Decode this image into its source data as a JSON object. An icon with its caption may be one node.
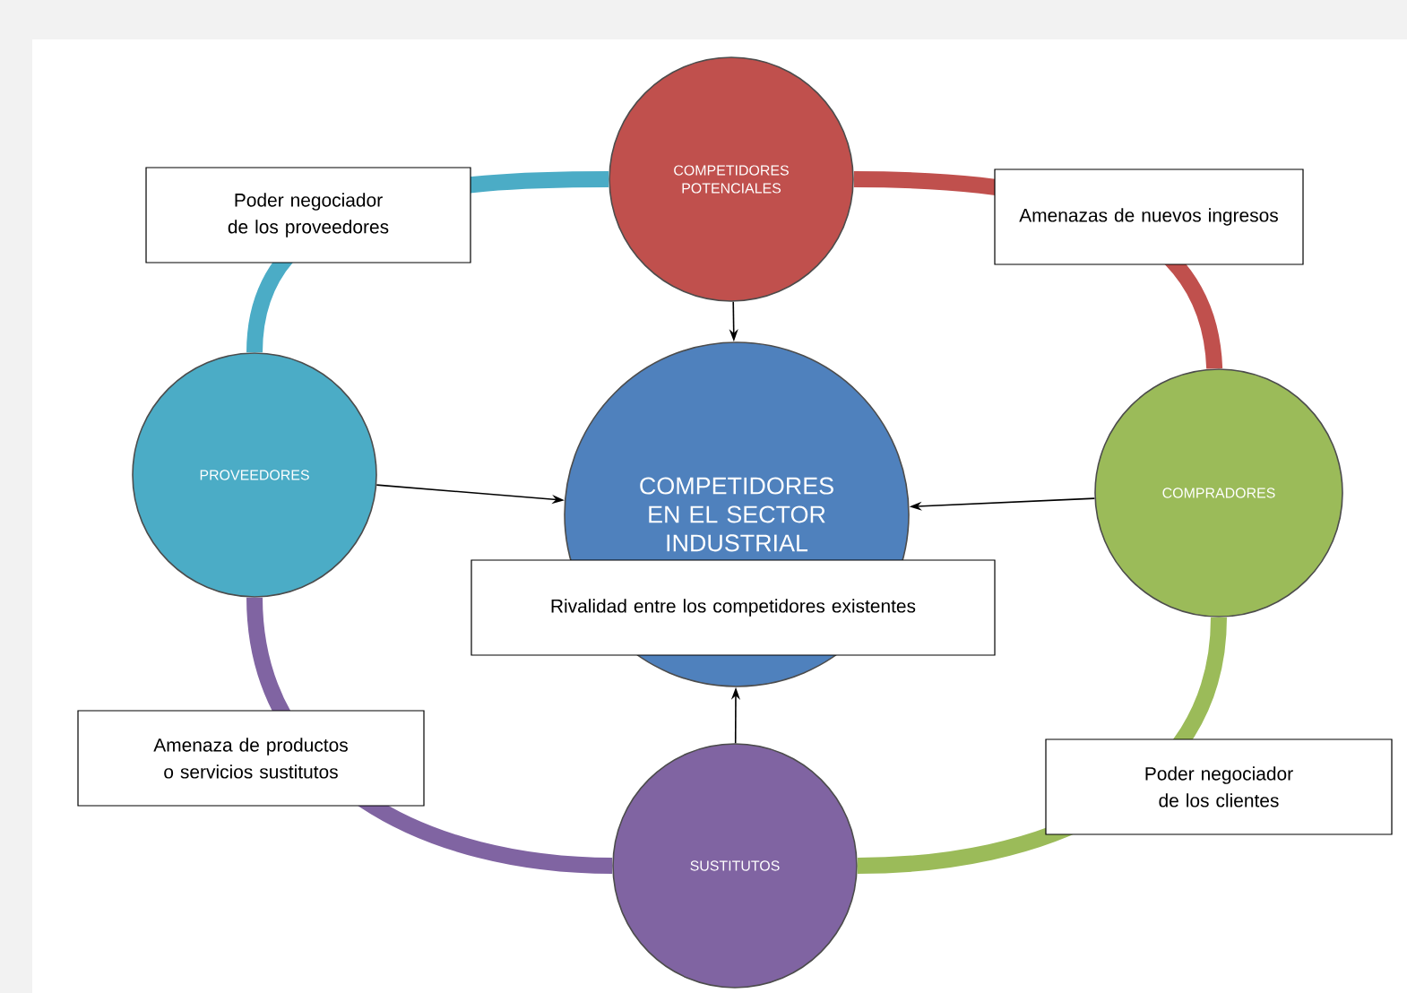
{
  "diagram": {
    "nodes": [
      {
        "text": [
          "COMPETIDORES POTENCIALES"
        ]
      },
      {
        "text": [
          "PROVEEDORES"
        ]
      },
      {
        "text": [
          "COMPETIDORES EN EL SECTOR INDUSTRIAL"
        ]
      },
      {
        "text": [
          "COMPRADORES"
        ]
      },
      {
        "text": [
          "Rivalidad entre los competidores existentes"
        ]
      },
      {
        "text": [
          "SUSTITUTOS"
        ]
      }
    ],
    "edges": [
      {
        "from": 0,
        "to": 2,
        "arrow": "to"
      },
      {
        "from": 1,
        "to": 2,
        "arrow": "to"
      },
      {
        "from": 3,
        "to": 2,
        "arrow": "to"
      },
      {
        "from": 5,
        "to": 2,
        "arrow": "to"
      },
      {
        "from": 0,
        "to": 3,
        "arrow": "none",
        "style": "thick",
        "color": "#c0504d",
        "label": "Amenazas de nuevos ingresos"
      },
      {
        "from": 3,
        "to": 5,
        "arrow": "none",
        "style": "thick",
        "color": "#9bbb59",
        "label": "Poder negociador de los clientes"
      },
      {
        "from": 5,
        "to": 1,
        "arrow": "none",
        "style": "thick",
        "color": "#8064a2",
        "label": "Amenaza de productos o servicios sustitutos"
      },
      {
        "from": 1,
        "to": 0,
        "arrow": "none",
        "style": "thick",
        "color": "#4bacc6",
        "label": "Poder negociador de los proveedores"
      }
    ]
  }
}
